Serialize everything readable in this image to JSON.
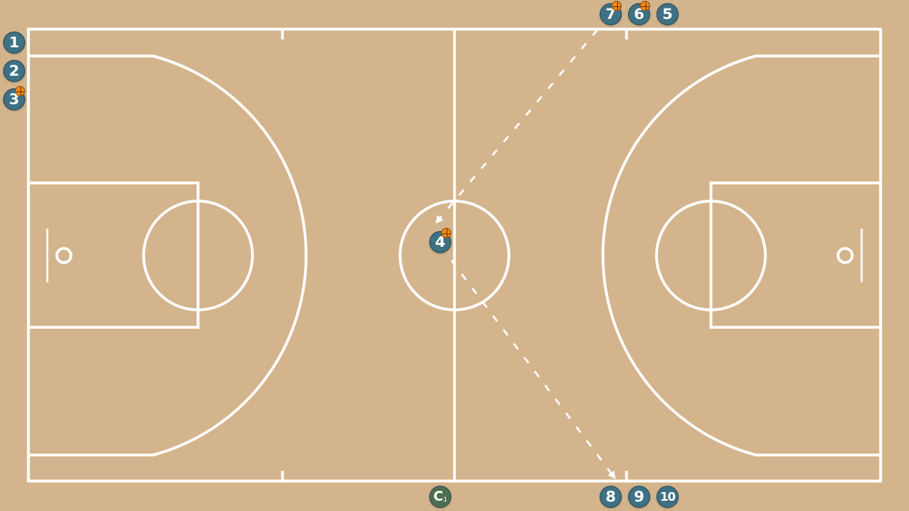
{
  "colors": {
    "court": "#d4b48c",
    "lines": "#ffffff",
    "player": "#3d7183",
    "coach": "#4f6e50",
    "ball": "#f08a1c",
    "path": "#ffffff"
  },
  "players": [
    {
      "id": "p1",
      "label": "1",
      "ball": false
    },
    {
      "id": "p2",
      "label": "2",
      "ball": false
    },
    {
      "id": "p3",
      "label": "3",
      "ball": true
    },
    {
      "id": "p4",
      "label": "4",
      "ball": true
    },
    {
      "id": "p5",
      "label": "5",
      "ball": false
    },
    {
      "id": "p6",
      "label": "6",
      "ball": true
    },
    {
      "id": "p7",
      "label": "7",
      "ball": true
    },
    {
      "id": "p8",
      "label": "8",
      "ball": false
    },
    {
      "id": "p9",
      "label": "9",
      "ball": false
    },
    {
      "id": "p10",
      "label": "10",
      "ball": false
    }
  ],
  "coach": {
    "label": "C",
    "sub": "1"
  },
  "paths": [
    {
      "id": "pass-7-to-4",
      "style": "dashed",
      "arrow": "end"
    },
    {
      "id": "pass-4-to-8",
      "style": "dashed",
      "arrow": "end"
    }
  ]
}
